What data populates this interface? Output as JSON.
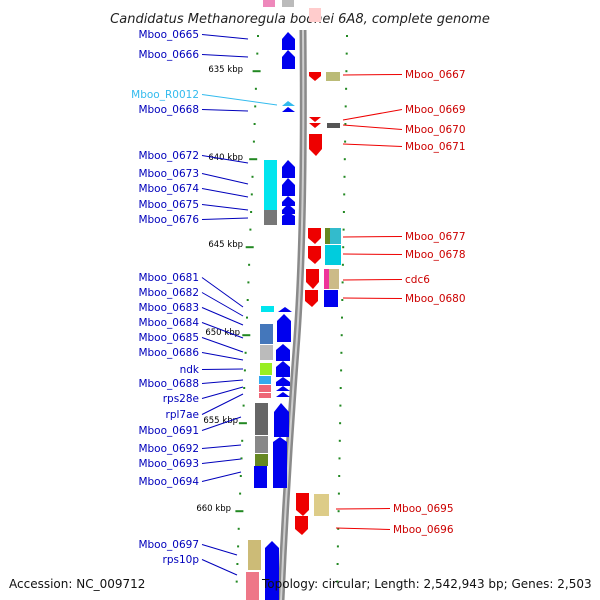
{
  "title": "Candidatus Methanoregula boonei 6A8, complete genome",
  "footer": {
    "accession": "Accession: NC_009712",
    "summary": "Topology: circular; Length: 2,542,943 bp; Genes: 2,503"
  },
  "colors": {
    "forward": "#0000ee",
    "reverse": "#ee0000",
    "rna": "#33bbee",
    "backbone": "#999999",
    "tick": "#228822"
  },
  "scale_labels": [
    "635 kbp",
    "640 kbp",
    "645 kbp",
    "650 kbp",
    "655 kbp",
    "660 kbp"
  ],
  "left_genes": [
    {
      "label": "Mboo_0665",
      "color": "#0000bb"
    },
    {
      "label": "Mboo_0666",
      "color": "#0000bb"
    },
    {
      "label": "Mboo_R0012",
      "color": "#33bbee"
    },
    {
      "label": "Mboo_0668",
      "color": "#0000bb"
    },
    {
      "label": "Mboo_0672",
      "color": "#0000bb"
    },
    {
      "label": "Mboo_0673",
      "color": "#0000bb"
    },
    {
      "label": "Mboo_0674",
      "color": "#0000bb"
    },
    {
      "label": "Mboo_0675",
      "color": "#0000bb"
    },
    {
      "label": "Mboo_0676",
      "color": "#0000bb"
    },
    {
      "label": "Mboo_0681",
      "color": "#0000bb"
    },
    {
      "label": "Mboo_0682",
      "color": "#0000bb"
    },
    {
      "label": "Mboo_0683",
      "color": "#0000bb"
    },
    {
      "label": "Mboo_0684",
      "color": "#0000bb"
    },
    {
      "label": "Mboo_0685",
      "color": "#0000bb"
    },
    {
      "label": "Mboo_0686",
      "color": "#0000bb"
    },
    {
      "label": "ndk",
      "color": "#0000bb"
    },
    {
      "label": "Mboo_0688",
      "color": "#0000bb"
    },
    {
      "label": "rps28e",
      "color": "#0000bb"
    },
    {
      "label": "rpl7ae",
      "color": "#0000bb"
    },
    {
      "label": "Mboo_0691",
      "color": "#0000bb"
    },
    {
      "label": "Mboo_0692",
      "color": "#0000bb"
    },
    {
      "label": "Mboo_0693",
      "color": "#0000bb"
    },
    {
      "label": "Mboo_0694",
      "color": "#0000bb"
    },
    {
      "label": "Mboo_0697",
      "color": "#0000bb"
    },
    {
      "label": "rps10p",
      "color": "#0000bb"
    }
  ],
  "right_genes": [
    {
      "label": "Mboo_0667"
    },
    {
      "label": "Mboo_0669"
    },
    {
      "label": "Mboo_0670"
    },
    {
      "label": "Mboo_0671"
    },
    {
      "label": "Mboo_0677"
    },
    {
      "label": "Mboo_0678"
    },
    {
      "label": "cdc6"
    },
    {
      "label": "Mboo_0680"
    },
    {
      "label": "Mboo_0695"
    },
    {
      "label": "Mboo_0696"
    }
  ]
}
